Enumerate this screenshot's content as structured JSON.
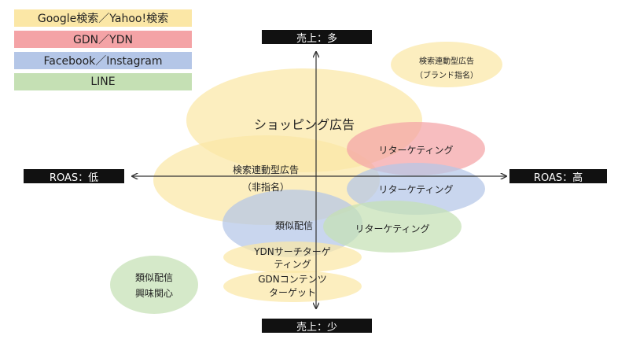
{
  "legend": [
    {
      "label": "Google検索／Yahoo!検索",
      "color": "#fbe7a6"
    },
    {
      "label": "GDN／YDN",
      "color": "#f4a3a6"
    },
    {
      "label": "Facebook／Instagram",
      "color": "#b4c6e7"
    },
    {
      "label": "LINE",
      "color": "#c5e0b4"
    }
  ],
  "axes": {
    "top": "売上：多",
    "bottom": "売上：少",
    "left": "ROAS：低",
    "right": "ROAS：高"
  },
  "labels": {
    "search_brand_line1": "検索連動型広告",
    "search_brand_line2": "（ブランド指名）",
    "shopping": "ショッピング広告",
    "search_nonbrand_line1": "検索連動型広告",
    "search_nonbrand_line2": "（非指名）",
    "gdn_retargeting": "リターケティング",
    "fb_retargeting": "リターケティング",
    "line_retargeting": "リターケティング",
    "fb_lookalike": "類似配信",
    "ydn_search_target_line1": "YDNサーチターゲ",
    "ydn_search_target_line2": "ティング",
    "gdn_contents_line1": "GDNコンテンツ",
    "gdn_contents_line2": "ターゲット",
    "line_lookalike_line1": "類似配信",
    "line_lookalike_line2": "興味関心"
  }
}
